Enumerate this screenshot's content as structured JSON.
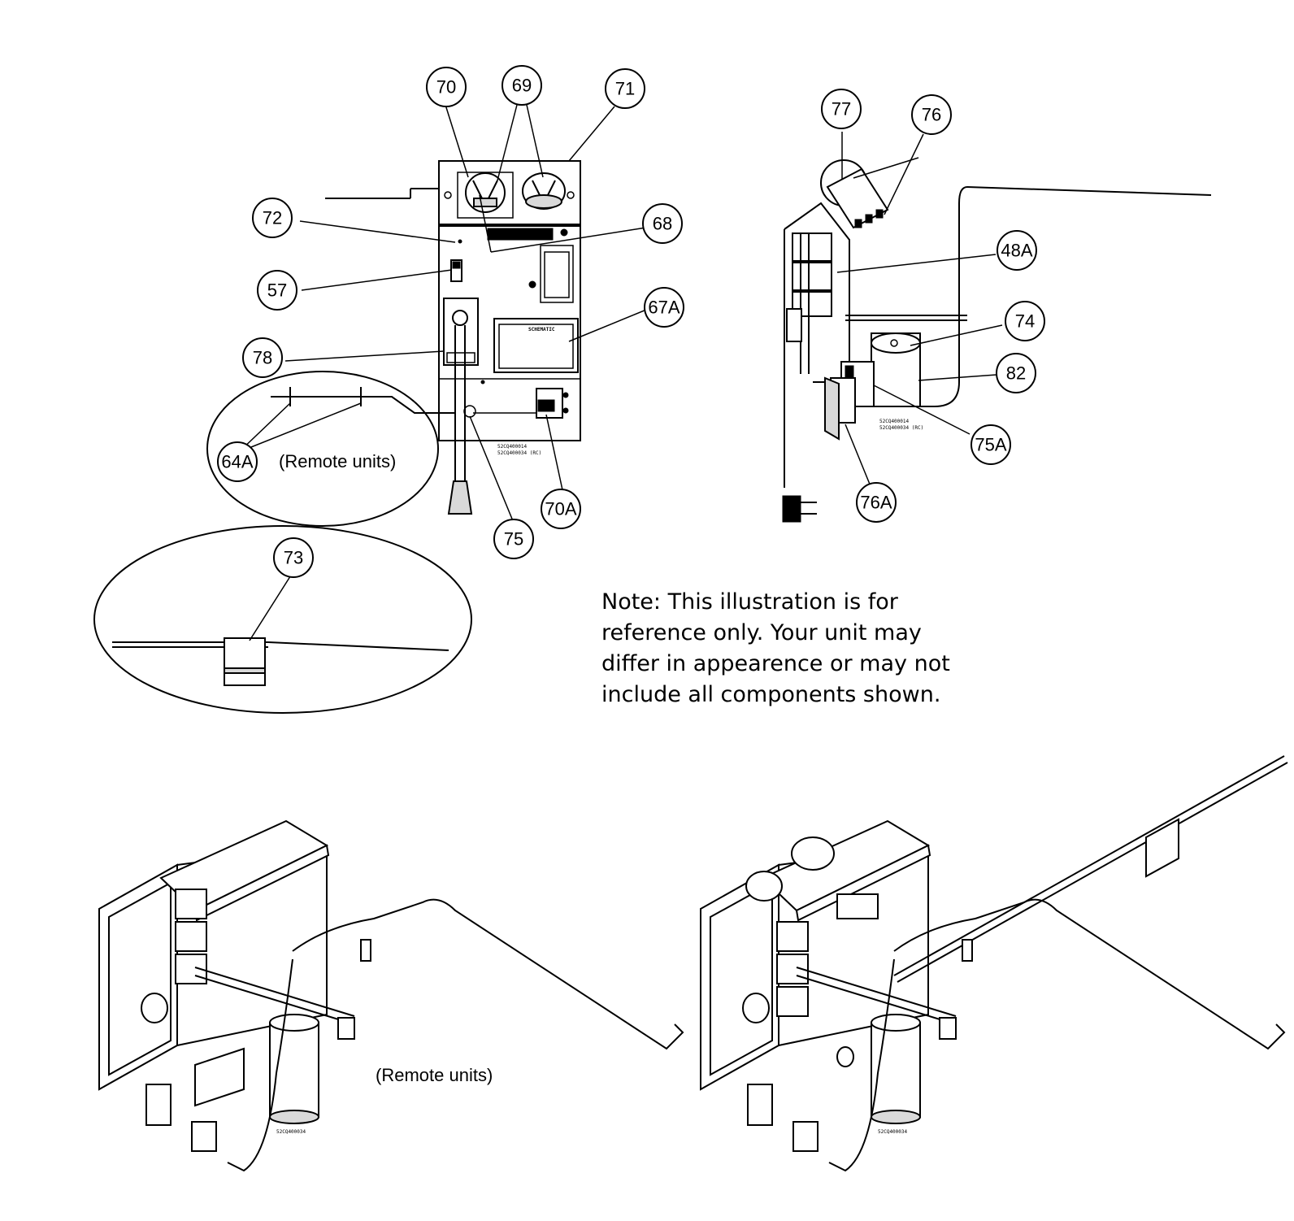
{
  "callouts": {
    "c70": "70",
    "c69": "69",
    "c71": "71",
    "c72": "72",
    "c68": "68",
    "c57": "57",
    "c67a": "67A",
    "c78": "78",
    "c64a": "64A",
    "c75": "75",
    "c70a": "70A",
    "c73": "73",
    "c77": "77",
    "c76": "76",
    "c48a": "48A",
    "c74": "74",
    "c82": "82",
    "c75a": "75A",
    "c76a": "76A"
  },
  "labels": {
    "remote_units_top": "(Remote units)",
    "remote_units_bottom": "(Remote units)",
    "schematic": "SCHEMATIC",
    "part_no_a": "52CQ400014",
    "part_no_b": "52CQ400034 (RC)",
    "cap_label_left": "52CQ400034",
    "cap_label_right": "52CQ400034"
  },
  "note": "Note: This illustration is for\nreference only. Your unit may\ndiffer in appearence or may not\ninclude all components shown."
}
